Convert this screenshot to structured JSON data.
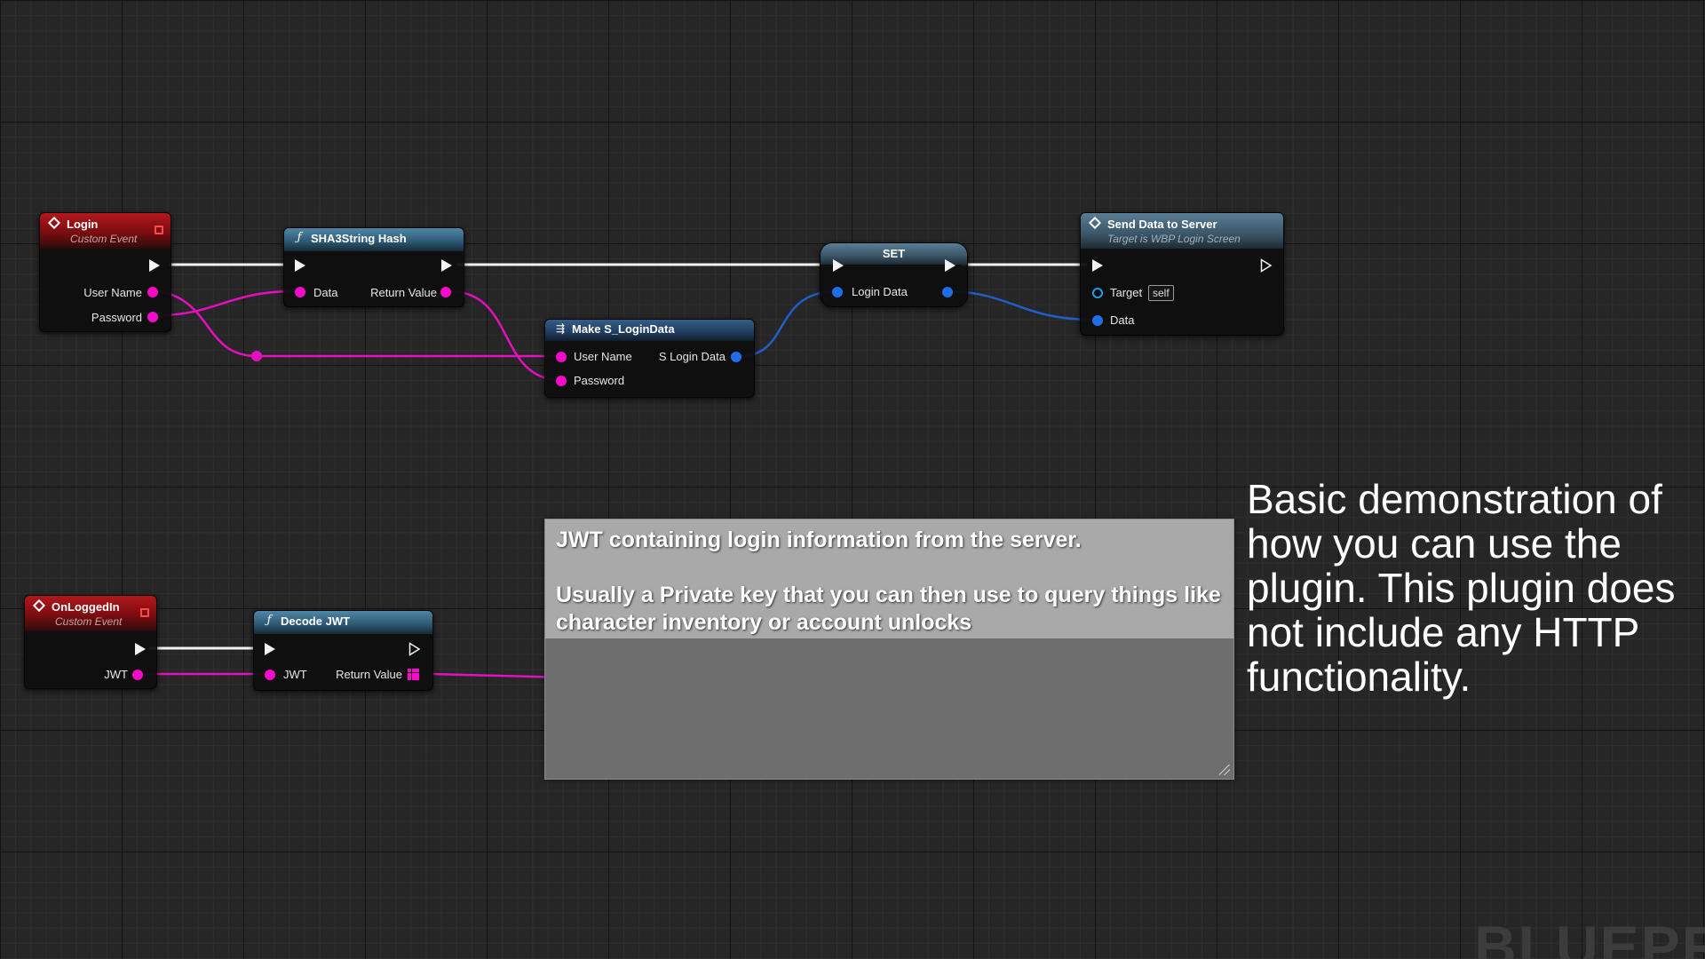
{
  "colors": {
    "exec_wire": "#f2f2f2",
    "string_pin": "#f50bc8",
    "struct_pin": "#1f6ee8",
    "event_header": "#b3171b",
    "function_header": "#4f86a8"
  },
  "nodes": {
    "login": {
      "title": "Login",
      "subtitle": "Custom Event",
      "pins": {
        "user_name": "User Name",
        "password": "Password"
      }
    },
    "sha3": {
      "title": "SHA3String Hash",
      "pins": {
        "data": "Data",
        "return_value": "Return Value"
      }
    },
    "make_login": {
      "title": "Make S_LoginData",
      "pins": {
        "user_name": "User Name",
        "password": "Password",
        "s_login_data": "S Login Data"
      }
    },
    "set": {
      "title": "SET",
      "pins": {
        "login_data": "Login Data"
      }
    },
    "send": {
      "title": "Send Data to Server",
      "subtitle": "Target is WBP Login Screen",
      "pins": {
        "target": "Target",
        "target_default": "self",
        "data": "Data"
      }
    },
    "on_logged_in": {
      "title": "OnLoggedIn",
      "subtitle": "Custom Event",
      "pins": {
        "jwt": "JWT"
      }
    },
    "decode_jwt": {
      "title": "Decode JWT",
      "pins": {
        "jwt": "JWT",
        "return_value": "Return Value"
      }
    }
  },
  "comment": {
    "line1": "JWT containing login information from the server.",
    "line2": "Usually a Private key that you can then use to query things like character inventory or account unlocks"
  },
  "description": "Basic demonstration of how you can use the plugin. This plugin does not include any HTTP functionality.",
  "watermark": "BLUEPRIN"
}
